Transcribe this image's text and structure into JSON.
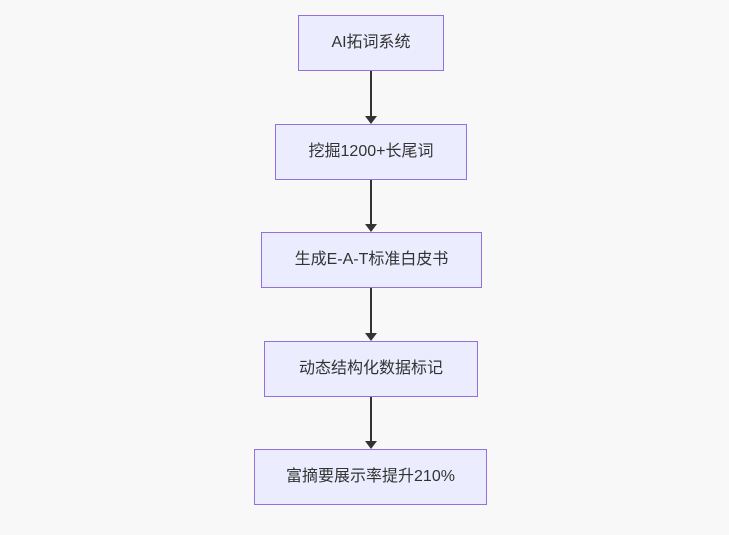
{
  "diagram": {
    "type": "flowchart",
    "direction": "top-down",
    "colors": {
      "background": "#f8f8f8",
      "node_fill": "#ECECFF",
      "node_border": "#9370DB",
      "text": "#333333",
      "arrow": "#333333"
    },
    "nodes": [
      {
        "id": "n1",
        "label": "AI拓词系统"
      },
      {
        "id": "n2",
        "label": "挖掘1200+长尾词"
      },
      {
        "id": "n3",
        "label": "生成E-A-T标准白皮书"
      },
      {
        "id": "n4",
        "label": "动态结构化数据标记"
      },
      {
        "id": "n5",
        "label": "富摘要展示率提升210%"
      }
    ],
    "edges": [
      {
        "from": "n1",
        "to": "n2"
      },
      {
        "from": "n2",
        "to": "n3"
      },
      {
        "from": "n3",
        "to": "n4"
      },
      {
        "from": "n4",
        "to": "n5"
      }
    ]
  }
}
